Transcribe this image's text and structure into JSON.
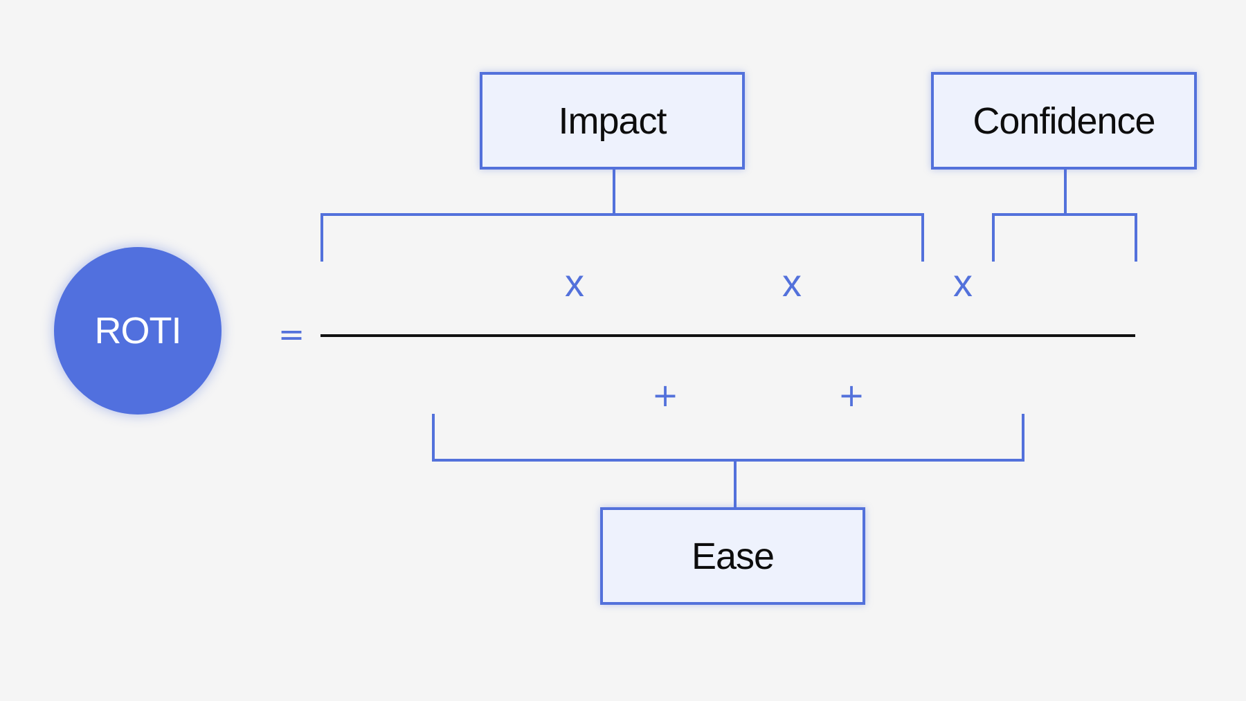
{
  "result": {
    "label": "ROTI",
    "color": "#5170de"
  },
  "numerator_terms": [
    {
      "label": "Impact"
    },
    {
      "label": "Confidence"
    }
  ],
  "denominator_terms": [
    {
      "label": "Ease"
    }
  ],
  "operators": {
    "equals": "=",
    "multiply": [
      "x",
      "x",
      "x"
    ],
    "add": [
      "+",
      "+"
    ]
  },
  "colors": {
    "accent": "#5371db",
    "box_fill": "#eef2fd",
    "fraction_bar": "#111111",
    "background": "#f5f5f5"
  }
}
